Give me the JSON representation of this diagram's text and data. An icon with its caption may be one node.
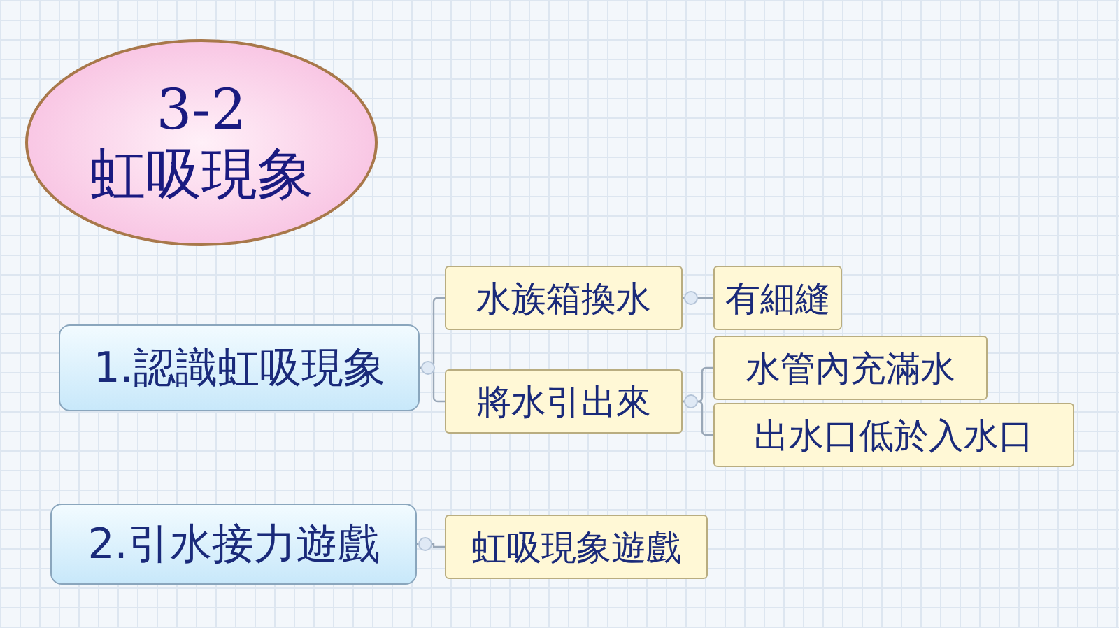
{
  "diagram": {
    "nodes": [
      {
        "text": [
          "3-2",
          "虹吸現象"
        ]
      },
      {
        "text": [
          "1.認識虹吸現象"
        ]
      },
      {
        "text": [
          "水族箱換水"
        ]
      },
      {
        "text": [
          "有細縫"
        ]
      },
      {
        "text": [
          "將水引出來"
        ]
      },
      {
        "text": [
          "水管內充滿水"
        ]
      },
      {
        "text": [
          "出水口低於入水口"
        ]
      },
      {
        "text": [
          "2.引水接力遊戲"
        ]
      },
      {
        "text": [
          "虹吸現象遊戲"
        ]
      }
    ],
    "edges": [
      {
        "from": 1,
        "to": 2,
        "arrow": "none"
      },
      {
        "from": 1,
        "to": 4,
        "arrow": "none"
      },
      {
        "from": 2,
        "to": 3,
        "arrow": "none"
      },
      {
        "from": 4,
        "to": 5,
        "arrow": "none"
      },
      {
        "from": 4,
        "to": 6,
        "arrow": "none"
      },
      {
        "from": 7,
        "to": 8,
        "arrow": "none"
      }
    ]
  }
}
